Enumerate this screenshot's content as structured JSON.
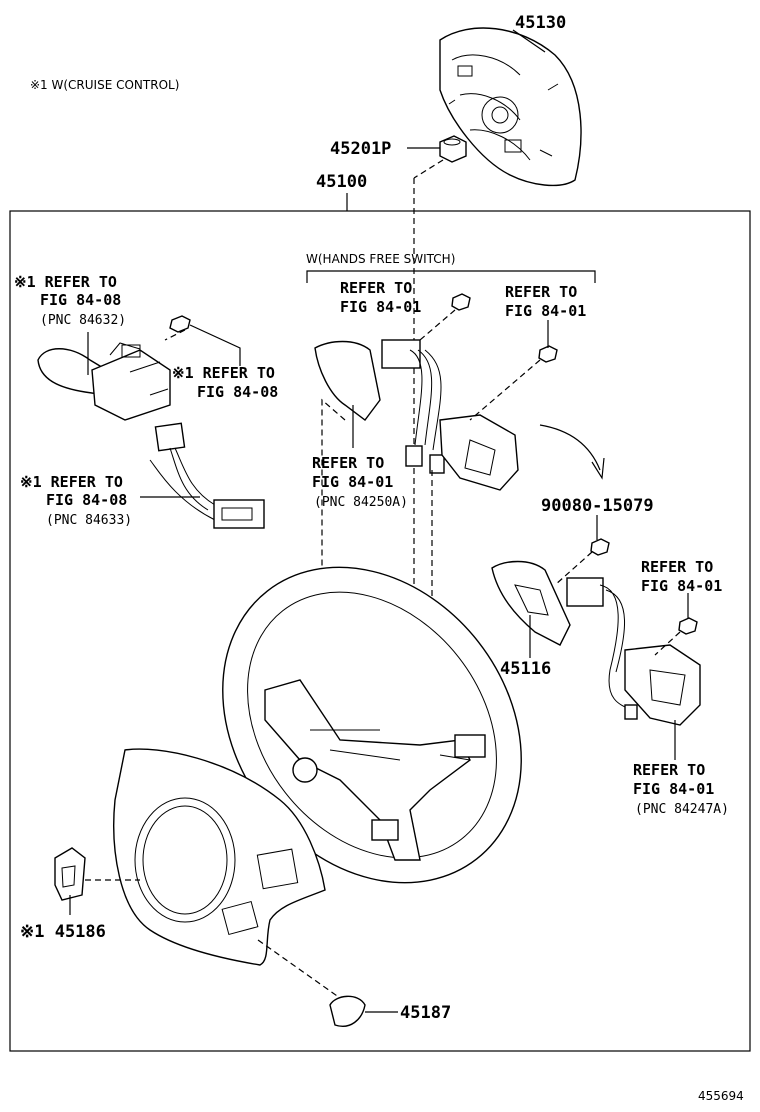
{
  "diagram_id": "455694",
  "note": "※1 W(CRUISE CONTROL)",
  "group_label": "W(HANDS FREE SWITCH)",
  "parts": {
    "p45130": "45130",
    "p45201P": "45201P",
    "p45100": "45100",
    "p90080": "90080-15079",
    "p45116": "45116",
    "p45186": "※1 45186",
    "p45187": "45187"
  },
  "refs": {
    "r1": {
      "l1": "※1 REFER TO",
      "l2": "FIG 84-08",
      "l3": "(PNC 84632)"
    },
    "r2": {
      "l1": "※1 REFER TO",
      "l2": "FIG 84-08"
    },
    "r3": {
      "l1": "※1 REFER TO",
      "l2": "FIG 84-08",
      "l3": "(PNC 84633)"
    },
    "r4": {
      "l1": "REFER TO",
      "l2": "FIG 84-01"
    },
    "r5": {
      "l1": "REFER TO",
      "l2": "FIG 84-01"
    },
    "r6": {
      "l1": "REFER TO",
      "l2": "FIG 84-01",
      "l3": "(PNC 84250A)"
    },
    "r7": {
      "l1": "REFER TO",
      "l2": "FIG 84-01"
    },
    "r8": {
      "l1": "REFER TO",
      "l2": "FIG 84-01",
      "l3": "(PNC 84247A)"
    }
  }
}
